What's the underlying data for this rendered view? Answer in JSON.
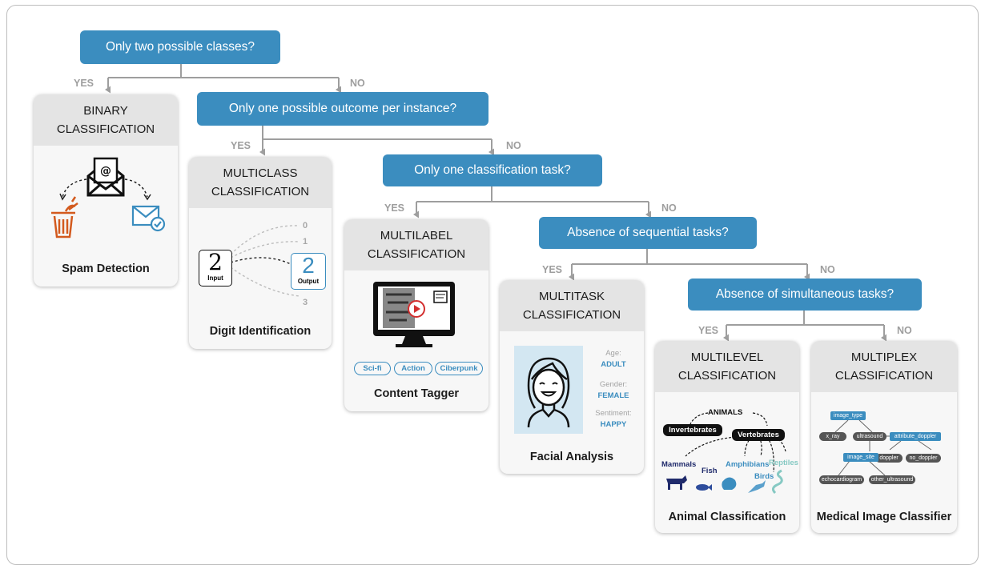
{
  "questions": {
    "q1": "Only two possible classes?",
    "q2": "Only one possible outcome per instance?",
    "q3": "Only one classification task?",
    "q4": "Absence of sequential tasks?",
    "q5": "Absence of simultaneous tasks?"
  },
  "branch": {
    "yes": "YES",
    "no": "NO"
  },
  "cards": {
    "binary": {
      "title1": "BINARY",
      "title2": "CLASSIFICATION",
      "example": "Spam Detection"
    },
    "multiclass": {
      "title1": "MULTICLASS",
      "title2": "CLASSIFICATION",
      "example": "Digit Identification",
      "input_digit": "2",
      "input_label": "Input",
      "output_digit": "2",
      "output_label": "Output",
      "candidates": [
        "0",
        "1",
        "3"
      ]
    },
    "multilabel": {
      "title1": "MULTILABEL",
      "title2": "CLASSIFICATION",
      "example": "Content Tagger",
      "tags": [
        "Sci-fi",
        "Action",
        "Ciberpunk"
      ]
    },
    "multitask": {
      "title1": "MULTITASK",
      "title2": "CLASSIFICATION",
      "example": "Facial Analysis",
      "attrs": [
        {
          "label": "Age:",
          "value": "ADULT"
        },
        {
          "label": "Gender:",
          "value": "FEMALE"
        },
        {
          "label": "Sentiment:",
          "value": "HAPPY"
        }
      ]
    },
    "multilevel": {
      "title1": "MULTILEVEL",
      "title2": "CLASSIFICATION",
      "example": "Animal Classification",
      "root": "ANIMALS",
      "inv": "Invertebrates",
      "vert": "Vertebrates",
      "leaves": [
        "Mammals",
        "Fish",
        "Amphibians",
        "Birds",
        "Reptiles"
      ]
    },
    "multiplex": {
      "title1": "MULTIPLEX",
      "title2": "CLASSIFICATION",
      "example": "Medical Image Classifier",
      "nodes": {
        "image_type": "image_type",
        "x_ray": "x_ray",
        "ultrasound": "ultrasound",
        "attribute_doppler": "attribute_doppler",
        "doppler": "doppler",
        "no_doppler": "no_doppler",
        "image_site": "image_site",
        "echocardiogram": "echocardiogram",
        "other_ultrasound": "other_ultrasound"
      }
    }
  },
  "colors": {
    "question_bg": "#3b8dbf",
    "accent_blue": "#3b8dbf",
    "dark_navy": "#1f2a6b",
    "trash_orange": "#d35a1e",
    "reptile_teal": "#86c9c3"
  },
  "icons": [
    "envelope-at-icon",
    "trash-icon",
    "mail-check-icon",
    "monitor-icon",
    "play-icon",
    "face-icon",
    "cow-icon",
    "fish-icon",
    "frog-icon",
    "bird-icon",
    "snake-icon"
  ]
}
